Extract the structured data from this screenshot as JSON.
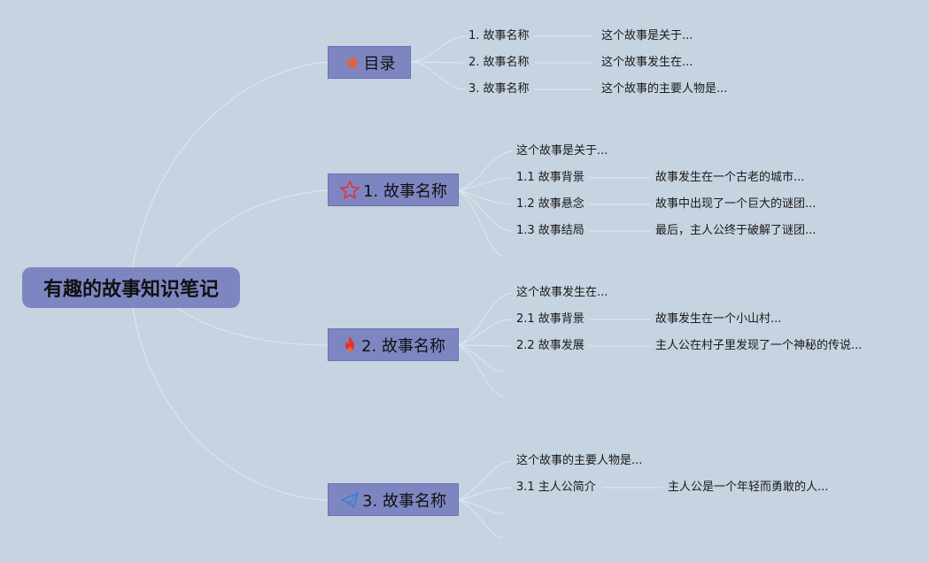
{
  "root": {
    "title": "有趣的故事知识笔记"
  },
  "branches": [
    {
      "label": "目录",
      "icon": "star-filled-icon",
      "items": [
        {
          "label": "1. 故事名称",
          "detail": "这个故事是关于..."
        },
        {
          "label": "2. 故事名称",
          "detail": "这个故事发生在..."
        },
        {
          "label": "3. 故事名称",
          "detail": "这个故事的主要人物是..."
        }
      ]
    },
    {
      "label": "1. 故事名称",
      "icon": "star-outline-icon",
      "intro": "这个故事是关于...",
      "items": [
        {
          "label": "1.1 故事背景",
          "detail": "故事发生在一个古老的城市..."
        },
        {
          "label": "1.2 故事悬念",
          "detail": "故事中出现了一个巨大的谜团..."
        },
        {
          "label": "1.3 故事结局",
          "detail": "最后，主人公终于破解了谜团..."
        }
      ]
    },
    {
      "label": "2. 故事名称",
      "icon": "fire-icon",
      "intro": "这个故事发生在...",
      "items": [
        {
          "label": "2.1 故事背景",
          "detail": "故事发生在一个小山村..."
        },
        {
          "label": "2.2 故事发展",
          "detail": "主人公在村子里发现了一个神秘的传说..."
        }
      ]
    },
    {
      "label": "3. 故事名称",
      "icon": "paper-plane-icon",
      "intro": "这个故事的主要人物是...",
      "items": [
        {
          "label": "3.1 主人公简介",
          "detail": "主人公是一个年轻而勇敢的人..."
        }
      ]
    }
  ],
  "colors": {
    "background": "#c6d3e0",
    "node_fill": "#7e86c2",
    "connector": "#dde5ee",
    "star_filled": "#e8613a",
    "star_outline": "#e0333a",
    "fire": "#e8302a",
    "plane": "#3a7fd0"
  }
}
